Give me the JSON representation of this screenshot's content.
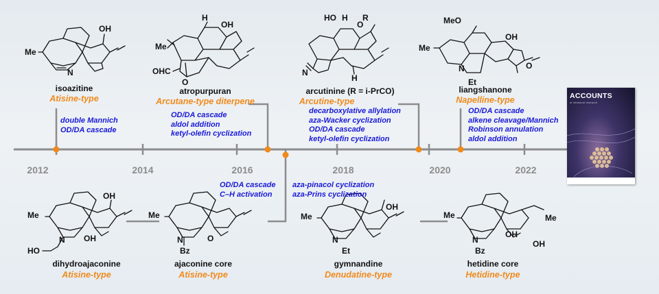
{
  "timeline": {
    "years": [
      "2012",
      "2014",
      "2016",
      "2018",
      "2020",
      "2022"
    ],
    "colors": {
      "axis": "#8c8c8c",
      "marker": "#f08a1c",
      "route": "#1a1ad6",
      "type": "#f08a1c"
    }
  },
  "top_compounds": [
    {
      "name": "isoazitine",
      "type": "Atisine-type",
      "steps": [
        "double Mannich",
        "OD/DA cascade"
      ]
    },
    {
      "name": "atropurpuran",
      "type": "Arcutane-type diterpene",
      "steps": [
        "OD/DA cascade",
        "aldol addition",
        "ketyl-olefin cyclization"
      ]
    },
    {
      "name": "arcutinine (R = i-PrCO)",
      "type": "Arcutine-type",
      "steps": [
        "decarboxylative allylation",
        "aza-Wacker cyclization",
        "OD/DA cascade",
        "ketyl-olefin cyclization"
      ]
    },
    {
      "name": "liangshanone",
      "type": "Napelline-type",
      "steps": [
        "OD/DA cascade",
        "alkene cleavage/Mannich",
        "Robinson annulation",
        "aldol addition"
      ]
    }
  ],
  "bottom_compounds": [
    {
      "name": "dihydroajaconine",
      "type": "Atisine-type"
    },
    {
      "name": "ajaconine core",
      "type": "Atisine-type"
    },
    {
      "name": "gymnandine",
      "type": "Denudatine-type"
    },
    {
      "name": "hetidine core",
      "type": "Hetidine-type"
    }
  ],
  "bottom_steps": {
    "left": [
      "OD/DA cascade",
      "C–H activation"
    ],
    "right": [
      "aza-pinacol cyclization",
      "aza-Prins cyclization"
    ]
  },
  "structure_labels": {
    "me": "Me",
    "oh": "OH",
    "ohc": "OHC",
    "o": "O",
    "h": "H",
    "n": "N",
    "et": "Et",
    "bz": "Bz",
    "r": "R",
    "ho": "HO",
    "meo": "MeO"
  },
  "journal_cover": {
    "title": "ACCOUNTS",
    "subtitle": "of chemical research"
  }
}
